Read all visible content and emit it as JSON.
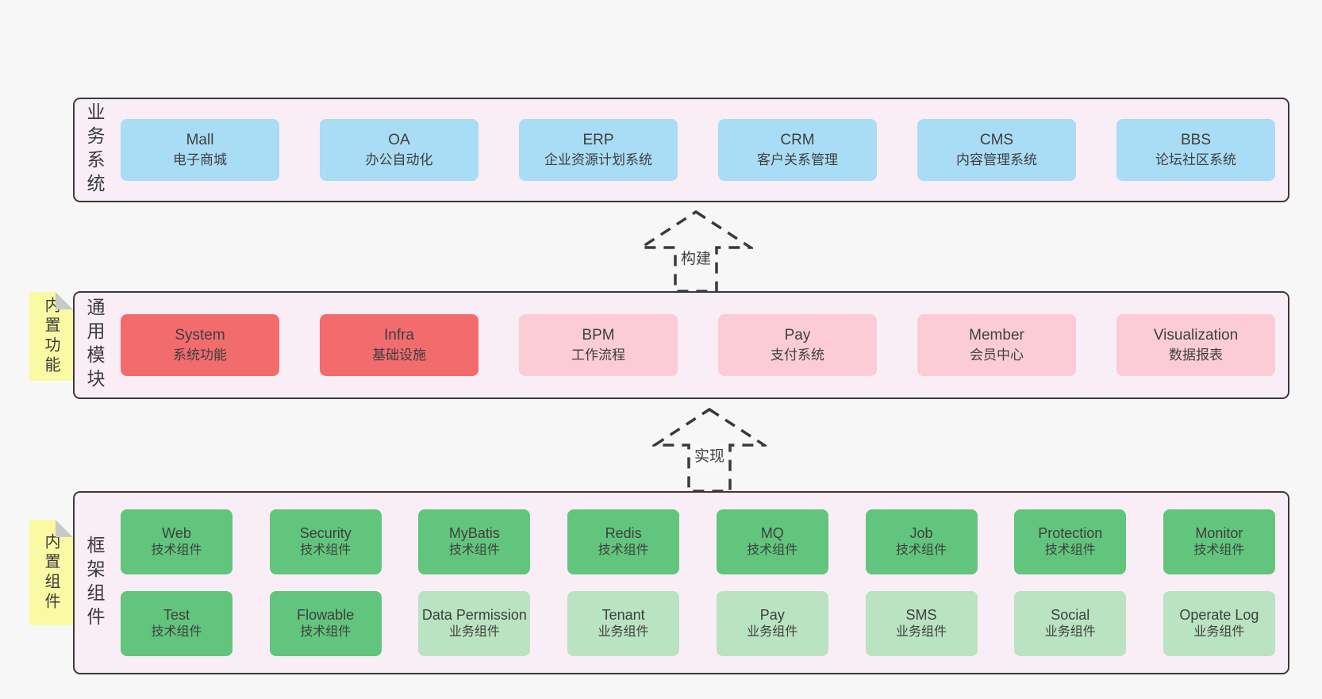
{
  "colors": {
    "band_bg": "#f9edf6",
    "border": "#3a3a3a",
    "blue": "#a9dcf5",
    "red": "#f26c6e",
    "pink": "#fbccd6",
    "green": "#62c57d",
    "lightgreen": "#b9e3c1",
    "yellow": "#fafaa5",
    "fold": "#c9c9c9"
  },
  "bands": [
    {
      "label": "业务系统",
      "boxes": [
        {
          "title": "Mall",
          "subtitle": "电子商城"
        },
        {
          "title": "OA",
          "subtitle": "办公自动化"
        },
        {
          "title": "ERP",
          "subtitle": "企业资源计划系统"
        },
        {
          "title": "CRM",
          "subtitle": "客户关系管理"
        },
        {
          "title": "CMS",
          "subtitle": "内容管理系统"
        },
        {
          "title": "BBS",
          "subtitle": "论坛社区系统"
        }
      ]
    },
    {
      "label": "通用模块",
      "boxes": [
        {
          "title": "System",
          "subtitle": "系统功能"
        },
        {
          "title": "Infra",
          "subtitle": "基础设施"
        },
        {
          "title": "BPM",
          "subtitle": "工作流程"
        },
        {
          "title": "Pay",
          "subtitle": "支付系统"
        },
        {
          "title": "Member",
          "subtitle": "会员中心"
        },
        {
          "title": "Visualization",
          "subtitle": "数据报表"
        }
      ]
    },
    {
      "label": "框架组件",
      "rows": [
        [
          {
            "title": "Web",
            "subtitle": "技术组件"
          },
          {
            "title": "Security",
            "subtitle": "技术组件"
          },
          {
            "title": "MyBatis",
            "subtitle": "技术组件"
          },
          {
            "title": "Redis",
            "subtitle": "技术组件"
          },
          {
            "title": "MQ",
            "subtitle": "技术组件"
          },
          {
            "title": "Job",
            "subtitle": "技术组件"
          },
          {
            "title": "Protection",
            "subtitle": "技术组件"
          },
          {
            "title": "Monitor",
            "subtitle": "技术组件"
          }
        ],
        [
          {
            "title": "Test",
            "subtitle": "技术组件"
          },
          {
            "title": "Flowable",
            "subtitle": "技术组件"
          },
          {
            "title": "Data Permission",
            "subtitle": "业务组件"
          },
          {
            "title": "Tenant",
            "subtitle": "业务组件"
          },
          {
            "title": "Pay",
            "subtitle": "业务组件"
          },
          {
            "title": "SMS",
            "subtitle": "业务组件"
          },
          {
            "title": "Social",
            "subtitle": "业务组件"
          },
          {
            "title": "Operate Log",
            "subtitle": "业务组件"
          }
        ]
      ]
    }
  ],
  "arrows": [
    {
      "label": "构建"
    },
    {
      "label": "实现"
    }
  ],
  "notes": [
    {
      "label": "内置功能"
    },
    {
      "label": "内置组件"
    }
  ]
}
